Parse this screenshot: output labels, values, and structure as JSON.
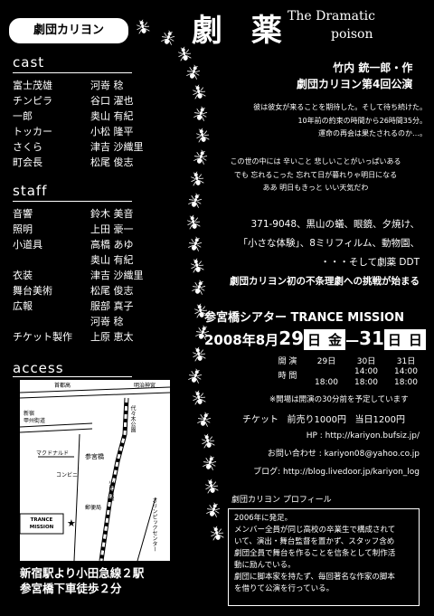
{
  "header": {
    "logo": "劇団カリヨン",
    "title": "劇 薬",
    "title_en_1": "The Dramatic",
    "title_en_2": "poison"
  },
  "author": {
    "line1": "竹内 銃一郎・作",
    "line2": "劇団カリヨン第4回公演"
  },
  "cast": {
    "heading": "cast",
    "roles": [
      "富士茂雄",
      "チンピラ",
      "一郎",
      "トッカー",
      "さくら",
      "町会長"
    ],
    "actors": [
      "河嵜 稔",
      "谷口 濯也",
      "奥山 有紀",
      "小松 隆平",
      "津吉 沙織里",
      "松尾 俊志"
    ]
  },
  "staff": {
    "heading": "staff",
    "roles": [
      "音響",
      "照明",
      "小道具",
      "",
      "衣装",
      "舞台美術",
      "広報",
      "",
      "チケット製作"
    ],
    "members": [
      "鈴木 美音",
      "上田 豪一",
      "高橋 あゆ",
      "奥山 有紀",
      "津吉 沙織里",
      "松尾 俊志",
      "服部 真子",
      "河嵜 稔",
      "上原 恵太"
    ]
  },
  "poem": {
    "lines1": [
      "彼は彼女が来ることを期待した。そして待ち続けた。",
      "10年前の約束の時間から26時間35分。",
      "運命の再会は果たされるのか…。"
    ],
    "lines2": [
      "この世の中には 辛いこと 悲しいことがいっぱいある",
      "でも 忘れるこった 忘れて日が暮れりゃ明日になる",
      "ああ 明日もきっと いい天気だわ"
    ]
  },
  "description": {
    "line1": "371-9048、黒山の蟻、眼鏡、夕焼け、",
    "line2": "「小さな体験」、8ミリフィルム、動物園、",
    "line3": "・・・そして劇薬 DDT",
    "line4": "劇団カリヨン初の不条理劇への挑戦が始まる"
  },
  "venue": "参宮橋シアター TRANCE MISSION",
  "dates": {
    "year": "2008年",
    "month": "8月",
    "start": "29",
    "day_label": "日",
    "start_weekday": "金",
    "sep": "—",
    "end": "31",
    "end_weekday": "日"
  },
  "schedule": {
    "open_label": "開 演",
    "time_label": "時 間",
    "day_headers": [
      "29日",
      "30日",
      "31日"
    ],
    "row1": [
      "",
      "14:00",
      "14:00"
    ],
    "row2": [
      "18:00",
      "18:00",
      "18:00"
    ],
    "note": "※開場は開演の30分前を予定しています"
  },
  "ticket": {
    "label": "チケット",
    "advance": "前売り1000円",
    "door": "当日1200円"
  },
  "contact": {
    "hp": "HP : http://kariyon.bufsiz.jp/",
    "inquiry": "お問い合わせ : kariyon08@yahoo.co.jp",
    "blog": "ブログ: http://blog.livedoor.jp/kariyon_log"
  },
  "access": {
    "heading": "access",
    "map_labels": {
      "shutoko": "首都高",
      "meiji": "明治神宮",
      "shinjuku": "新宿",
      "koshu": "甲州街道",
      "yoyogi": "代々木公園",
      "mcd": "マクドナルド",
      "sangubashi": "参宮橋",
      "odakyu": "小田急線",
      "konbini": "コンビニ",
      "post": "郵便局",
      "olympic": "オリンピックセンター",
      "trance": "TRANCE MISSION"
    },
    "directions_1": "新宿駅より小田急線２駅",
    "directions_2": "参宮橋下車徒歩２分"
  },
  "profile": {
    "title": "劇団カリヨン プロフィール",
    "lines": [
      "2006年に発足。",
      "メンバー全員が同じ高校の卒業生で構成されて",
      "いて、演出・舞台監督を置かず、スタッフ含め",
      "劇団全員で舞台を作ることを信条として制作活",
      "動に励んでいる。",
      "劇団に脚本家を持たず、毎回著名な作家の脚本",
      "を借りて公演を行っている。"
    ]
  }
}
